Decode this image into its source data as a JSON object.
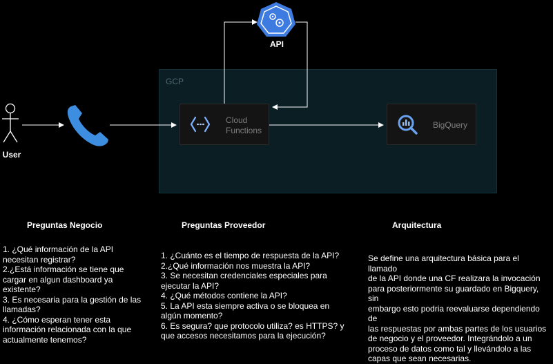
{
  "diagram": {
    "nodes": {
      "user": {
        "label": "User"
      },
      "api": {
        "label": "API"
      },
      "gcp": {
        "label": "GCP"
      },
      "cloud_functions": {
        "label_line1": "Cloud",
        "label_line2": "Functions"
      },
      "bigquery": {
        "label": "BigQuery"
      }
    },
    "colors": {
      "background": "#000000",
      "gcp_region": "#0b1e24",
      "phone": "#3d8ee0",
      "api_hexagon": "#3e7be0",
      "cf_icon": "#7fb0ff",
      "bq_icon": "#6aa2f0",
      "connector": "#ffffff"
    },
    "icons": [
      "person-icon",
      "phone-icon",
      "kubernetes-api-icon",
      "cloud-functions-icon",
      "bigquery-icon"
    ]
  },
  "sections": {
    "negocio": {
      "title": "Preguntas Negocio",
      "lines": [
        "1. ¿Qué información de la API",
        "necesitan registrar?",
        "2.¿Está información se tiene que",
        "cargar en algun dashboard ya",
        "existente?",
        "3. Es necesaria para la gestión de las",
        "llamadas?",
        "4. ¿Cómo esperan tener esta",
        "información relacionada con la que",
        "actualmente tenemos?"
      ]
    },
    "proveedor": {
      "title": "Preguntas Proveedor",
      "lines": [
        "1. ¿Cuánto es el tiempo de respuesta de la API?",
        "2.¿Qué información nos muestra la API?",
        "3. Se necesitan credenciales especiales para",
        "ejecutar la API?",
        "4. ¿Qué métodos contiene la API?",
        "5. La API esta siempre activa o se bloquea en",
        "algún momento?",
        "6. Es segura? que protocolo utiliza? es HTTPS? y",
        "que accesos necesitamos para la ejecución?"
      ]
    },
    "arquitectura": {
      "title": "Arquitectura",
      "lines": [
        "Se define una arquitectura básica para el llamado",
        "de la API donde una CF realizara la invocación",
        "para posteriormente su guardado en Bigquery, sin",
        "embargo esto podria reevaluarse dependiendo de",
        "las respuestas por ambas partes de los usuarios",
        "de negocio y el proveedor. Integrándolo a un",
        "proceso de datos como tal y llevándolo a las",
        "capas que sean necesarias."
      ]
    }
  }
}
